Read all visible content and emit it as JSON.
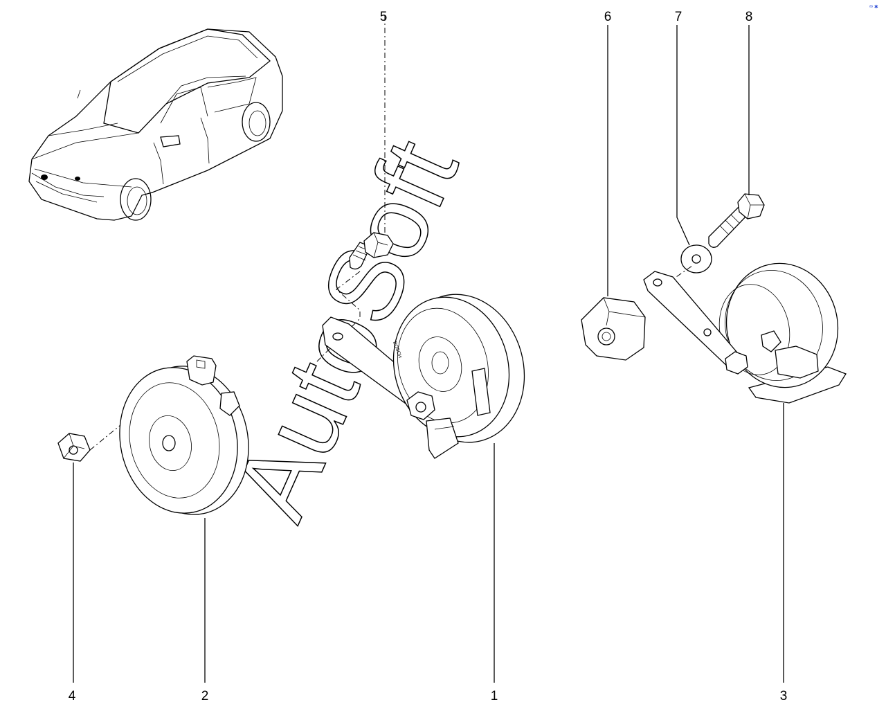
{
  "diagram": {
    "callouts": {
      "horn_center": "1",
      "horn_left": "2",
      "horn_right": "3",
      "nut": "4",
      "bolt_short": "5",
      "bushing": "6",
      "washer": "7",
      "bolt_long": "8"
    },
    "watermark": "AutoSoft",
    "corner_mark": "ᵃˢ ✱",
    "horn_label": "BOSCH"
  }
}
